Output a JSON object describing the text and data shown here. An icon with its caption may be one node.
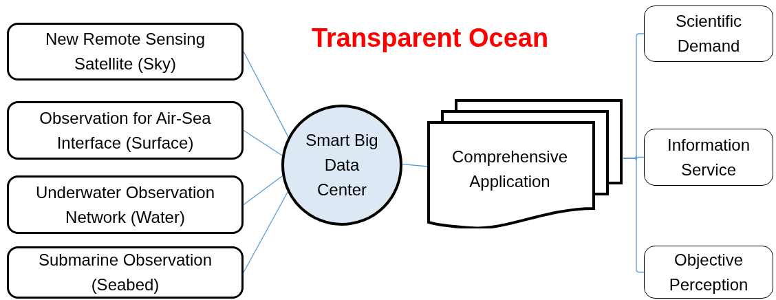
{
  "diagram": {
    "title": "Transparent Ocean",
    "nodes": [
      {
        "text": [
          "New Remote Sensing Satellite (Sky)"
        ]
      },
      {
        "text": [
          "Observation for Air-Sea Interface (Surface)"
        ]
      },
      {
        "text": [
          "Underwater Observation Network (Water)"
        ]
      },
      {
        "text": [
          "Submarine Observation (Seabed)"
        ]
      },
      {
        "text": [
          "Smart Big Data Center"
        ]
      },
      {
        "text": [
          "Comprehensive Application"
        ]
      },
      {
        "text": [
          "Scientific Demand"
        ]
      },
      {
        "text": [
          "Information Service"
        ]
      },
      {
        "text": [
          "Objective Perception"
        ]
      }
    ],
    "edges": [
      {
        "from": 0,
        "to": 4,
        "arrow": "none"
      },
      {
        "from": 1,
        "to": 4,
        "arrow": "none"
      },
      {
        "from": 2,
        "to": 4,
        "arrow": "none"
      },
      {
        "from": 3,
        "to": 4,
        "arrow": "none"
      },
      {
        "from": 4,
        "to": 5,
        "arrow": "none"
      },
      {
        "from": 5,
        "to": 6,
        "arrow": "none"
      },
      {
        "from": 5,
        "to": 7,
        "arrow": "none"
      },
      {
        "from": 5,
        "to": 8,
        "arrow": "none"
      }
    ]
  }
}
